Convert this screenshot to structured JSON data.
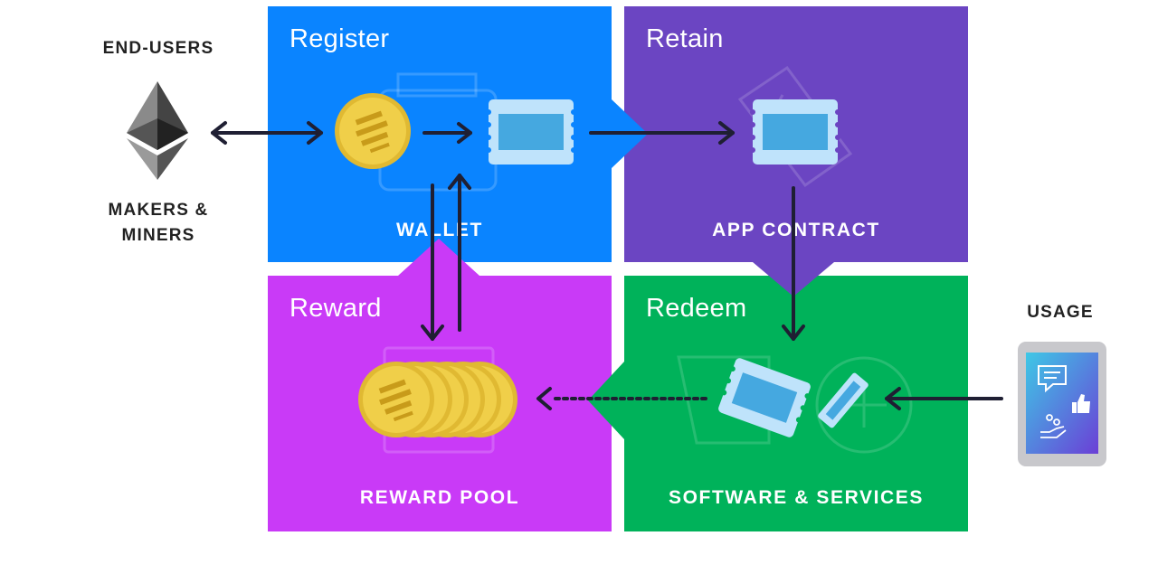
{
  "colors": {
    "register": "#0a84ff",
    "retain": "#6b45c2",
    "reward": "#c93af7",
    "redeem": "#00b25a",
    "arrow": "#1f1f33",
    "coin": "#f0cf49",
    "token": "#bfe3fb"
  },
  "left": {
    "top_label": "END-USERS",
    "bottom_label": "MAKERS &\nMINERS",
    "icon": "ethereum-icon"
  },
  "right": {
    "label": "USAGE",
    "icon": "tablet-usage-icon"
  },
  "quadrants": {
    "register": {
      "title": "Register",
      "label": "WALLET"
    },
    "retain": {
      "title": "Retain",
      "label": "APP CONTRACT"
    },
    "reward": {
      "title": "Reward",
      "label": "REWARD POOL"
    },
    "redeem": {
      "title": "Redeem",
      "label": "SOFTWARE & SERVICES"
    }
  },
  "icons": {
    "coin": "coin-icon",
    "token": "token-chip-icon",
    "coin_stack": "coin-stack-icon"
  }
}
